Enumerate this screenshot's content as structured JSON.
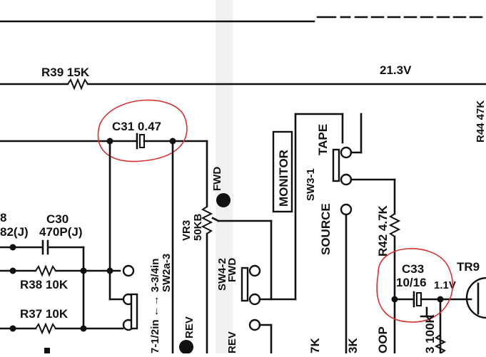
{
  "rails": {
    "r39_label": "R39 15K",
    "voltage_label": "21.3V"
  },
  "c31": {
    "label": "C31 0.47"
  },
  "c30": {
    "label": "C30",
    "value": "470P(J)"
  },
  "partial_left": {
    "top": "8",
    "value": "82(J)"
  },
  "r38": {
    "label": "R38 10K"
  },
  "r37": {
    "label": "R37 10K"
  },
  "vr3": {
    "ref": "VR3",
    "value": "50KB",
    "fwd": "FWD",
    "rev": "REV"
  },
  "sw2": {
    "speeds": "7-1/2in ←→ 3-3/4in",
    "ref": "SW2a-3"
  },
  "monitor": {
    "label": "MONITOR"
  },
  "sw4": {
    "ref": "SW4-2",
    "fwd": "FWD",
    "rev": "REV"
  },
  "sw3": {
    "ref": "SW3-1",
    "tape": "TAPE",
    "source": "SOURCE"
  },
  "r42": {
    "label": "R42 4.7K"
  },
  "c33": {
    "label": "C33",
    "value": "10/16",
    "voltage": "1.1V"
  },
  "tr9": {
    "label": "TR9"
  },
  "r44": {
    "label": "R44 47K"
  },
  "bottom_labels": {
    "k1": "7K",
    "k2": "3K",
    "oop": "OOP",
    "r_100k": "3 100K"
  },
  "highlight_color": "#d93030"
}
